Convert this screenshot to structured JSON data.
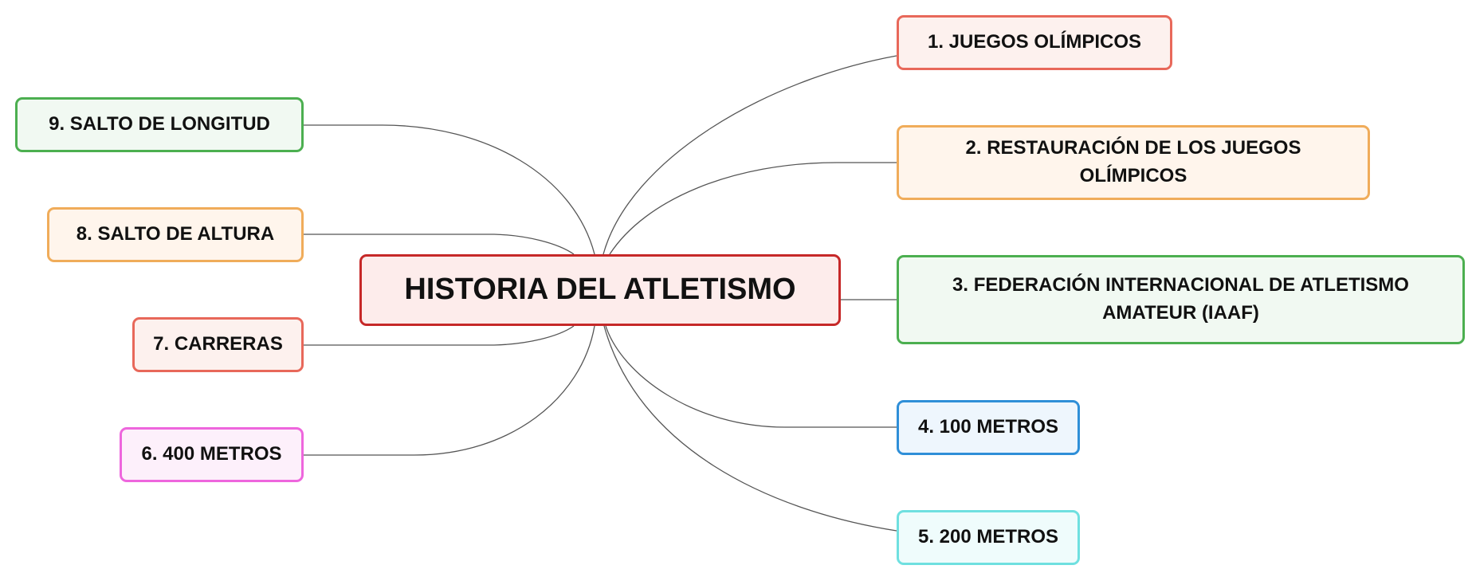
{
  "root": {
    "label": "HISTORIA DEL ATLETISMO",
    "border": "#c62828",
    "fill": "#fdeceb"
  },
  "nodes": [
    {
      "id": "n1",
      "label": "1. JUEGOS OLÍMPICOS",
      "lines": [
        "1. JUEGOS OLÍMPICOS"
      ],
      "border": "#e8685a",
      "fill": "#fdf1ee"
    },
    {
      "id": "n2",
      "label": "2. RESTAURACIÓN DE LOS JUEGOS OLÍMPICOS",
      "lines": [
        "2. RESTAURACIÓN DE LOS JUEGOS",
        "OLÍMPICOS"
      ],
      "border": "#f0ac5a",
      "fill": "#fff5ec"
    },
    {
      "id": "n3",
      "label": "3. FEDERACIÓN INTERNACIONAL DE ATLETISMO AMATEUR (IAAF)",
      "lines": [
        "3. FEDERACIÓN INTERNACIONAL DE ATLETISMO",
        "AMATEUR (IAAF)"
      ],
      "border": "#4caf50",
      "fill": "#f1f9f2"
    },
    {
      "id": "n4",
      "label": "4. 100 METROS",
      "lines": [
        "4. 100 METROS"
      ],
      "border": "#2f8fd8",
      "fill": "#eef6fd"
    },
    {
      "id": "n5",
      "label": "5. 200 METROS",
      "lines": [
        "5. 200 METROS"
      ],
      "border": "#6fe0e0",
      "fill": "#effcfc"
    },
    {
      "id": "n6",
      "label": "6. 400 METROS",
      "lines": [
        "6. 400 METROS"
      ],
      "border": "#ee66dd",
      "fill": "#fdf0fb"
    },
    {
      "id": "n7",
      "label": "7. CARRERAS",
      "lines": [
        "7. CARRERAS"
      ],
      "border": "#e8685a",
      "fill": "#fdf1ee"
    },
    {
      "id": "n8",
      "label": "8. SALTO DE ALTURA",
      "lines": [
        "8. SALTO DE ALTURA"
      ],
      "border": "#f0ac5a",
      "fill": "#fff5ec"
    },
    {
      "id": "n9",
      "label": "9. SALTO DE LONGITUD",
      "lines": [
        "9. SALTO DE LONGITUD"
      ],
      "border": "#4caf50",
      "fill": "#f1f9f2"
    }
  ],
  "connector_color": "#555555"
}
